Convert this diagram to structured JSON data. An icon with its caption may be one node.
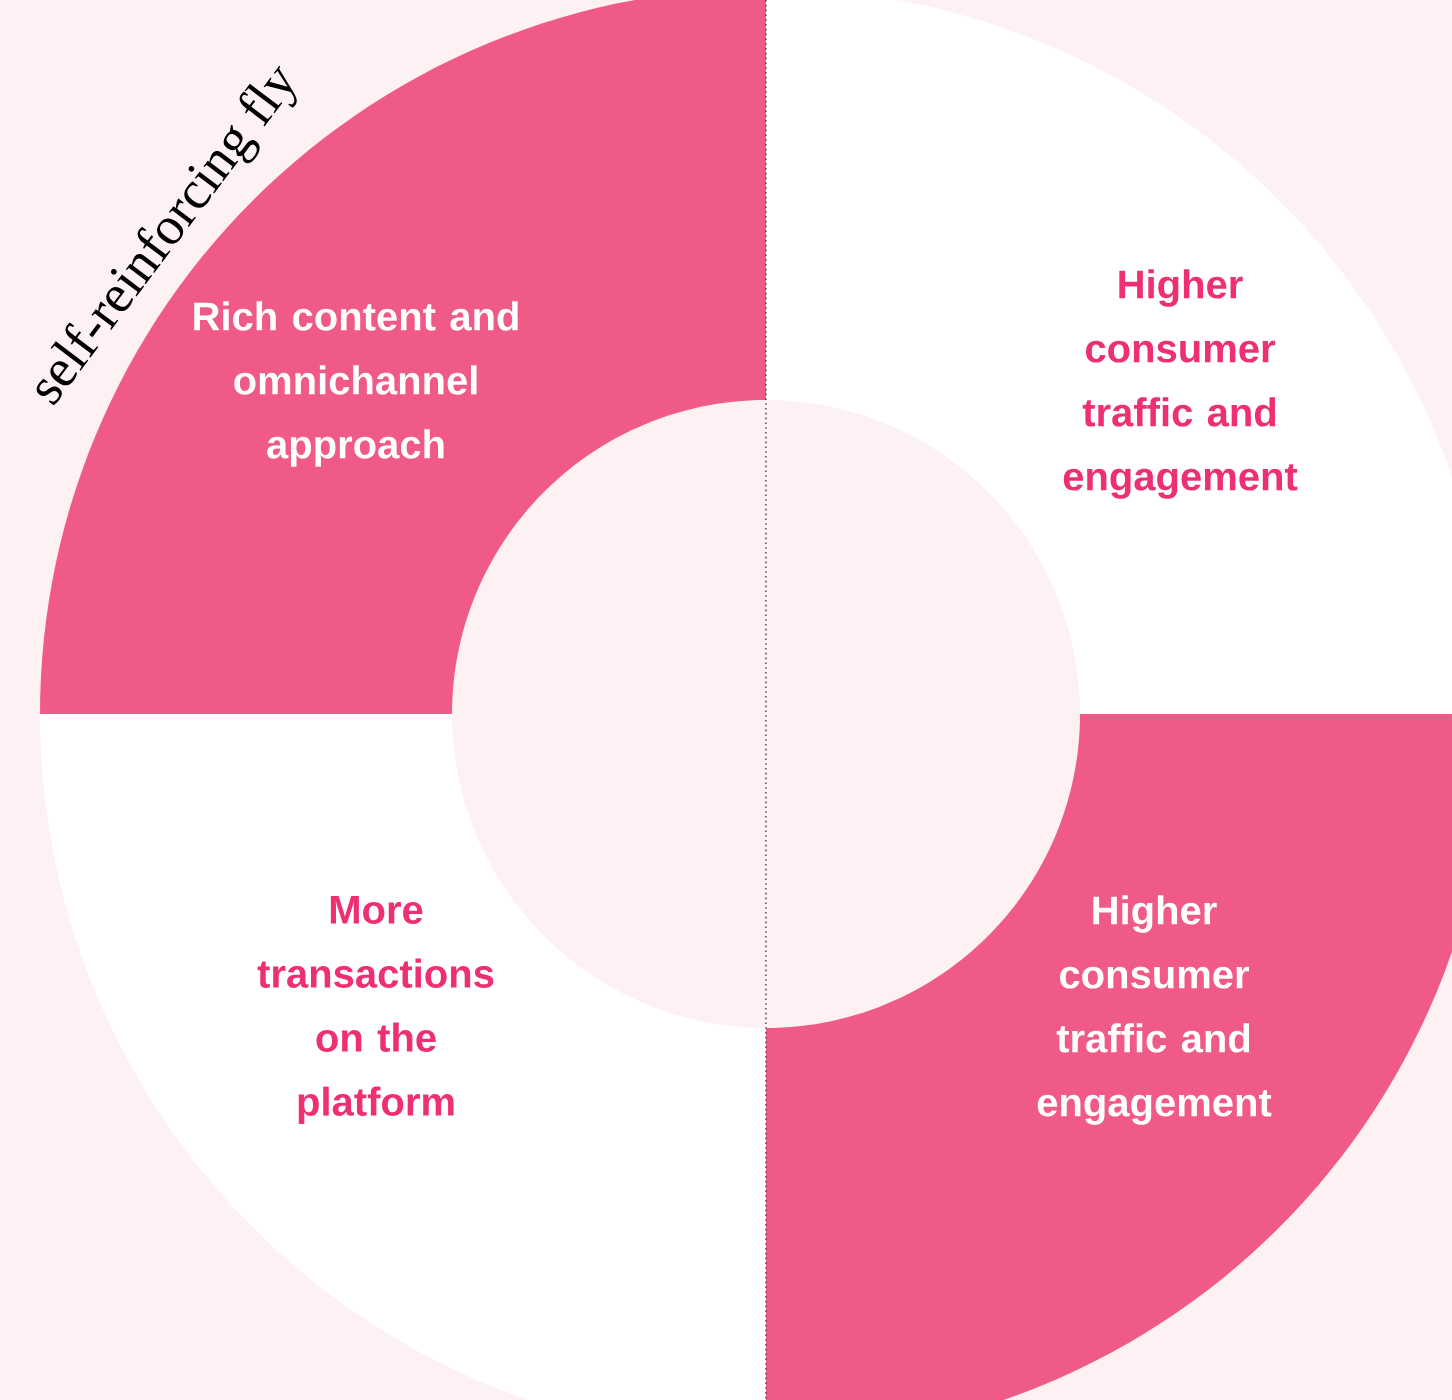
{
  "diagram": {
    "title": "self-reinforcing fly",
    "nodes": [
      {
        "text": [
          "Rich content and omnichannel approach"
        ]
      },
      {
        "text": [
          "Higher consumer traffic and engagement"
        ]
      },
      {
        "text": [
          "More transactions on the platform"
        ]
      },
      {
        "text": [
          "Higher consumer traffic and engagement"
        ]
      }
    ]
  }
}
